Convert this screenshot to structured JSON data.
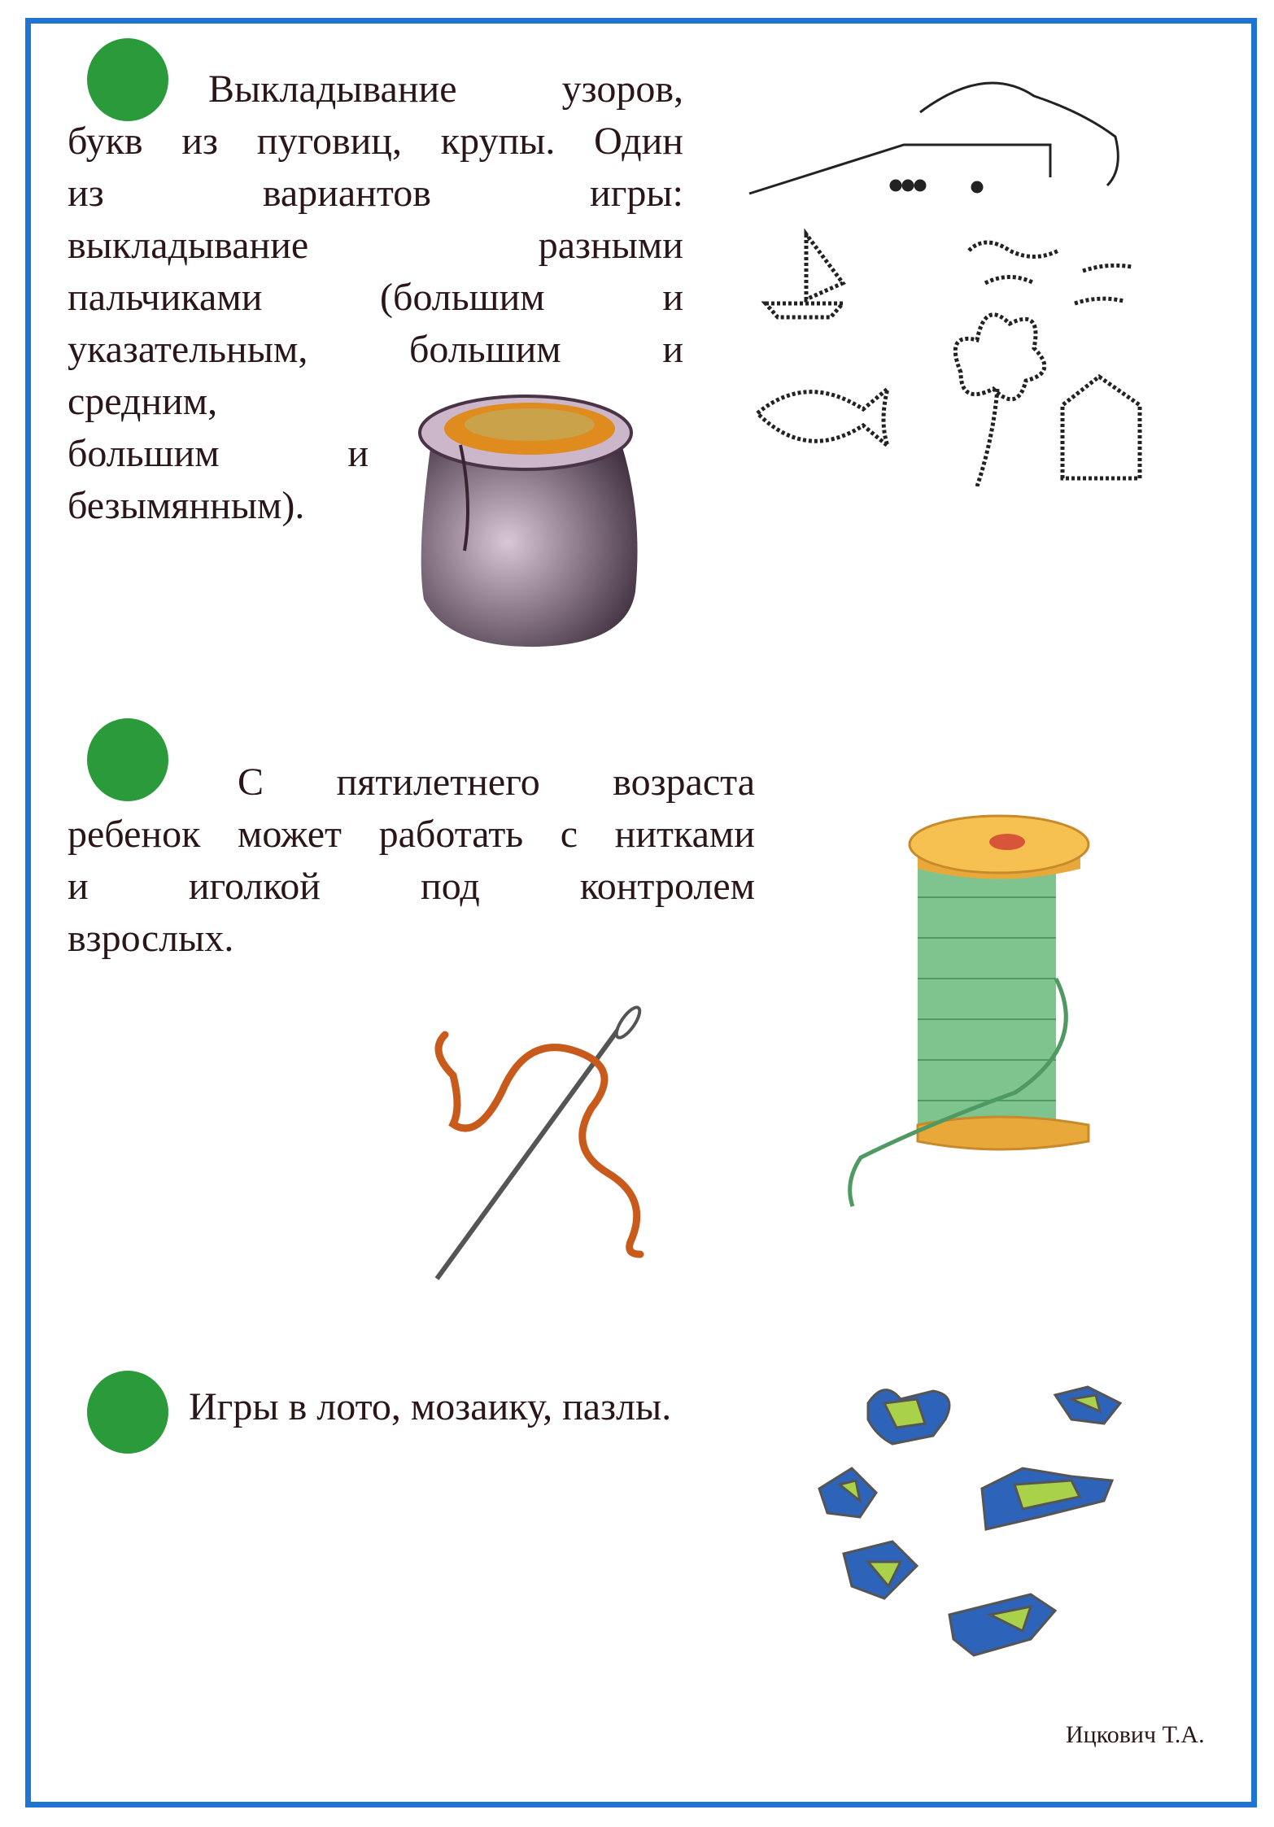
{
  "section1": {
    "lines": [
      "Выкладывание узоров,",
      "букв из пуговиц, крупы. Один",
      "из вариантов игры:",
      "выкладывание разными",
      "пальчиками (большим и",
      "указательным, большим и",
      "средним,",
      "большим и",
      "безымянным)."
    ]
  },
  "section2": {
    "lines": [
      "С пятилетнего возраста",
      "ребенок может работать с нитками",
      "и иголкой под контролем",
      "взрослых."
    ]
  },
  "section3": {
    "text": "Игры в лото, мозаику, пазлы."
  },
  "signature": "Ицкович Т.А.",
  "colors": {
    "border": "#1f73d1",
    "bullet": "#2a9a3a",
    "text": "#2a1618"
  }
}
